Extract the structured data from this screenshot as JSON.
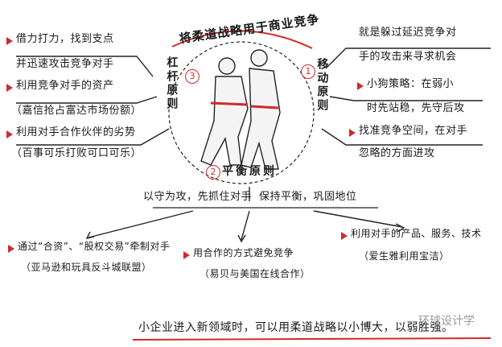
{
  "title": "将柔道战略用于商业竞争",
  "principles": {
    "lever": {
      "num": "3",
      "label": "杠杆原则"
    },
    "move": {
      "num": "1",
      "label": "移动原则"
    },
    "balance": {
      "num": "2",
      "label": "平衡原则"
    }
  },
  "left_notes": [
    "借力打力，找到支点",
    "并迅速攻击竞争对手",
    "利用竞争对手的资产",
    "（嘉信抢占富达市场份额）",
    "利用对手合作伙伴的劣势",
    "（百事可乐打败可口可乐）"
  ],
  "right_notes": [
    "就是躲过延迟竞争对",
    "手的攻击来寻求机会",
    "小狗策略：在弱小",
    "时先站稳，先守后攻",
    "找准竞争空间，在对手",
    "忽略的方面进攻"
  ],
  "balance_notes": {
    "left": "以守为攻，先抓住对手",
    "right": "保持平衡，巩固地位"
  },
  "bottom_notes": {
    "left_1": "通过“合资”、“股权交易”牵制对手",
    "left_2": "（亚马逊和玩具反斗城联盟）",
    "mid_1": "用合作的方式避免竞争",
    "mid_2": "（易贝与美国在线合作）",
    "right_1": "利用对手的产品、服务、技术",
    "right_2": "（爱生雅利用宝洁）"
  },
  "conclusion": "小企业进入新领域时，可以用柔道战略以小博大，以弱胜强。",
  "watermark": "环球设计学",
  "colors": {
    "accent": "#d12a2a",
    "ink": "#1a1a1a"
  }
}
